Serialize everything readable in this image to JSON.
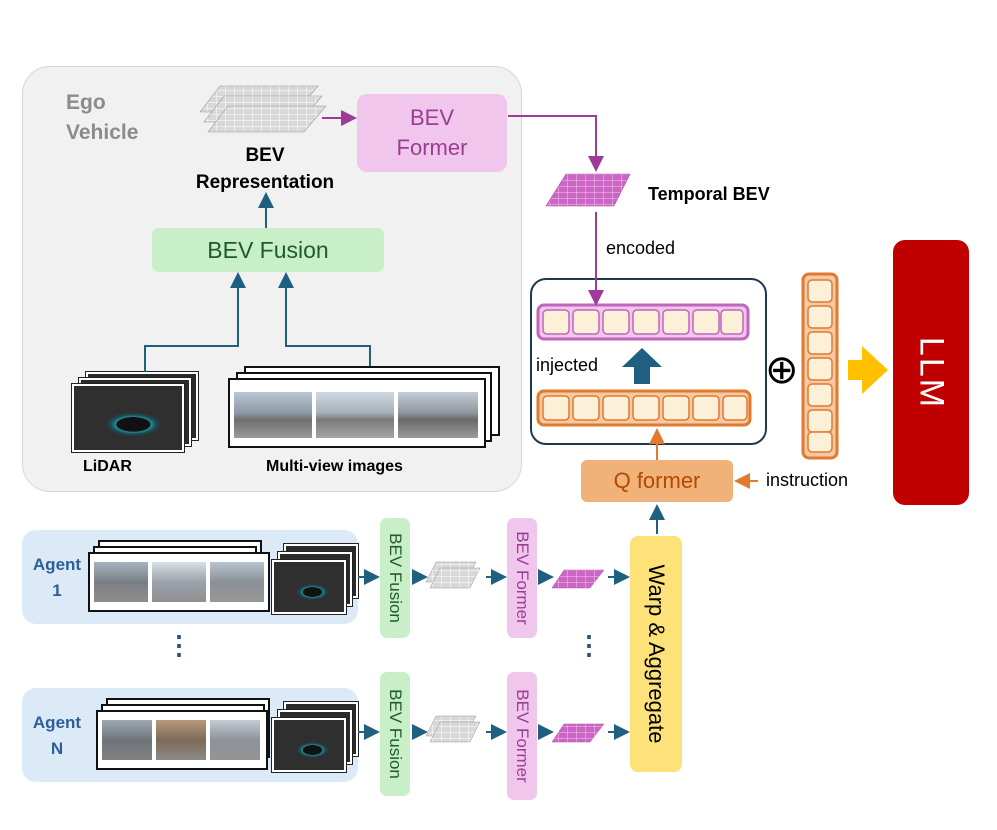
{
  "ego": {
    "label": "Ego\nVehicle"
  },
  "bev_representation": {
    "label": "BEV\nRepresentation"
  },
  "bev_former_top": {
    "label": "BEV\nFormer"
  },
  "bev_fusion_top": {
    "label": "BEV Fusion"
  },
  "temporal_bev": {
    "label": "Temporal BEV"
  },
  "encoded": {
    "label": "encoded"
  },
  "injected": {
    "label": "injected"
  },
  "instruction": {
    "label": "instruction"
  },
  "qformer": {
    "label": "Q former"
  },
  "llm": {
    "label": "LLM"
  },
  "lidar": {
    "label": "LiDAR"
  },
  "multiview": {
    "label": "Multi-view images"
  },
  "agents": [
    {
      "label": "Agent\n1"
    },
    {
      "label": "Agent\nN"
    }
  ],
  "agent_fusion_label": "BEV Fusion",
  "agent_former_label": "BEV Former",
  "warp": {
    "label": "Warp & Aggregate"
  },
  "plus_symbol": "⊕",
  "dots": "⋮",
  "colors": {
    "arrow_blue": "#1f5f80",
    "arrow_purple": "#a03a9a",
    "arrow_orange": "#e07a2e",
    "llm_red": "#c00000",
    "arrow_yellow": "#ffc000"
  }
}
